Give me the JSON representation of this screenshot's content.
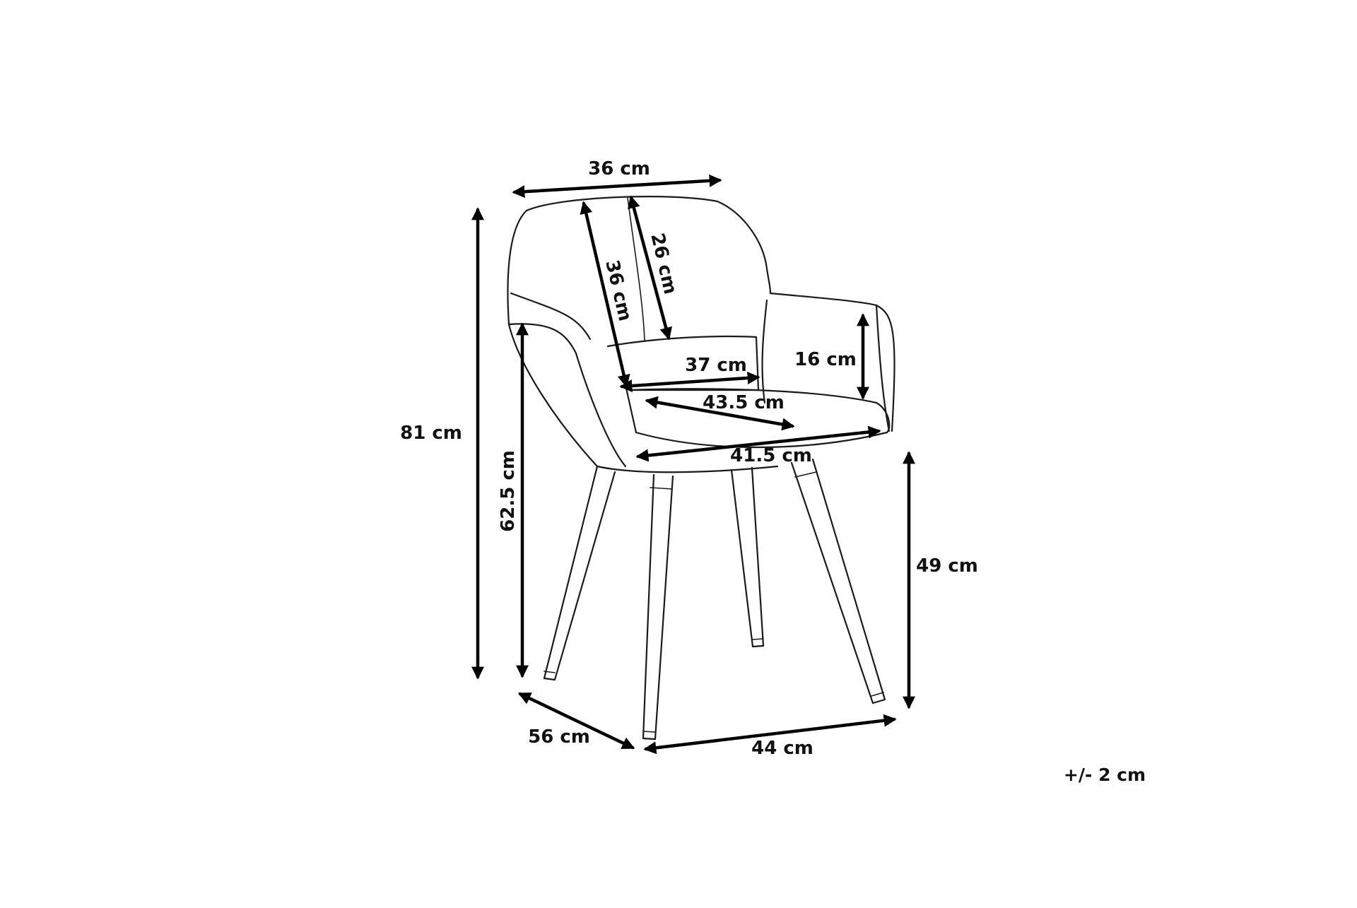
{
  "diagram": {
    "subject": "armchair-dimensions",
    "line_color": "#000000",
    "background": "#ffffff",
    "labels": {
      "top_width": "36 cm",
      "backrest_inner_height": "36 cm",
      "backrest_height": "26 cm",
      "armrest_height": "16 cm",
      "backrest_width": "37 cm",
      "seat_depth": "43.5 cm",
      "seat_width": "41.5 cm",
      "total_height": "81 cm",
      "armrest_floor_height": "62.5 cm",
      "seat_height": "49 cm",
      "depth": "56 cm",
      "width": "44 cm"
    },
    "tolerance": "+/- 2 cm"
  }
}
